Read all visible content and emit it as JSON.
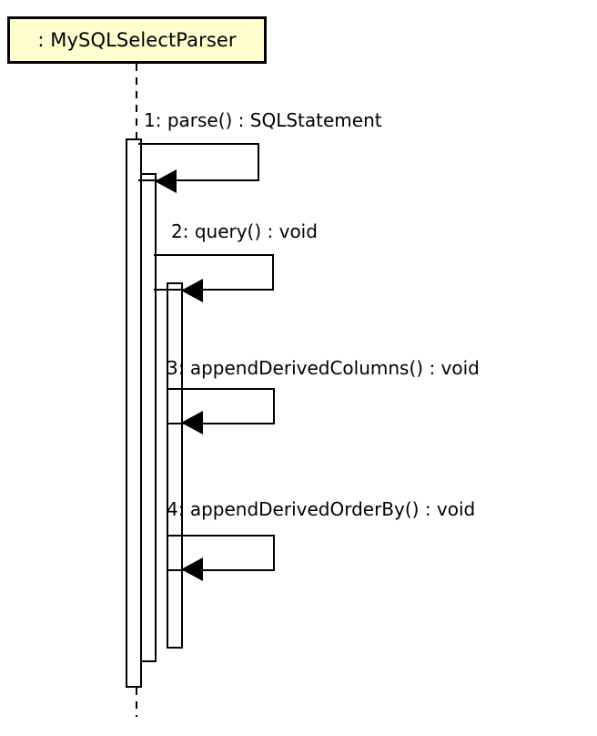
{
  "diagram": {
    "type": "uml-sequence-diagram",
    "background_color": "#FFFFFF",
    "line_color": "#000000",
    "participant_fill_color": "#FEFECE",
    "participants": [
      {
        "id": "mysql-select-parser",
        "label": ": MySQLSelectParser"
      }
    ],
    "messages": [
      {
        "index": "1",
        "label": "1: parse() : SQLStatement",
        "kind": "self-call",
        "nesting_level": 1
      },
      {
        "index": "2",
        "label": "2: query() : void",
        "kind": "self-call",
        "nesting_level": 2
      },
      {
        "index": "3",
        "label": "3: appendDerivedColumns() : void",
        "kind": "self-call",
        "nesting_level": 3
      },
      {
        "index": "4",
        "label": "4: appendDerivedOrderBy() : void",
        "kind": "self-call",
        "nesting_level": 3
      }
    ]
  }
}
